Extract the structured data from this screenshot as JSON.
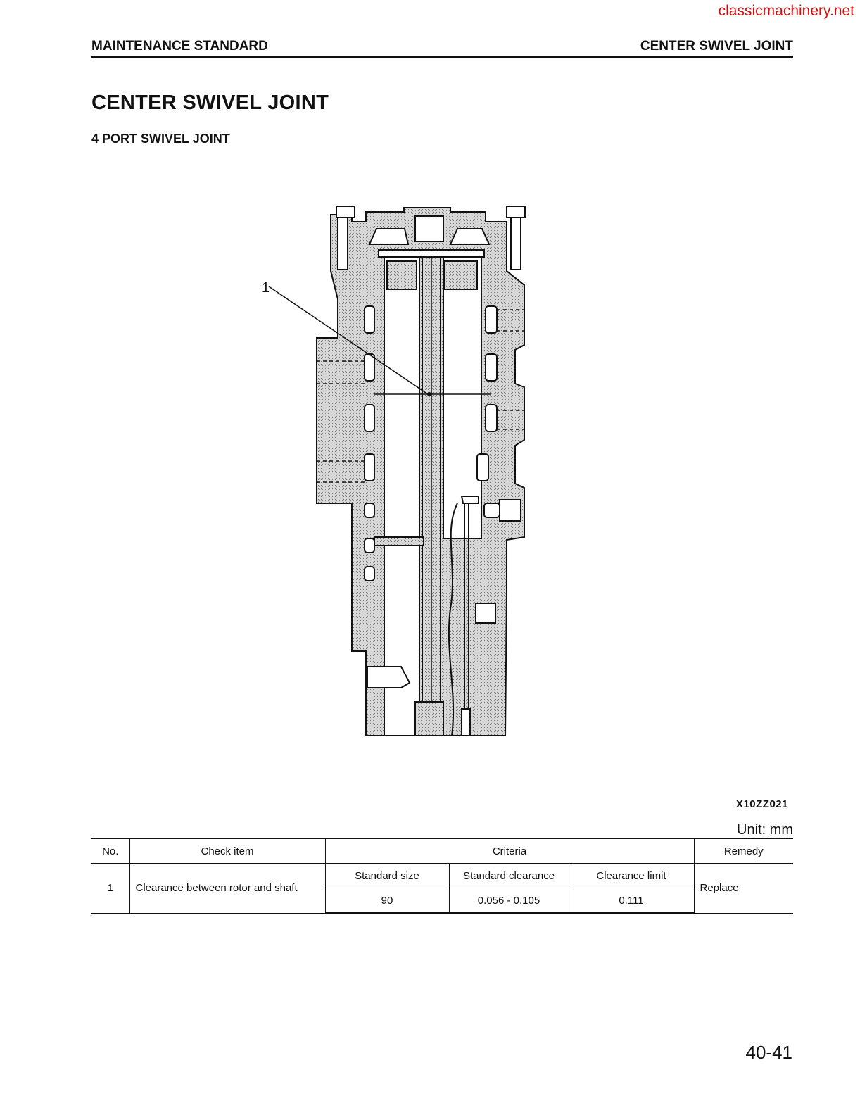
{
  "watermark": "classicmachinery.net",
  "header": {
    "left": "MAINTENANCE STANDARD",
    "right": "CENTER SWIVEL JOINT"
  },
  "title": "CENTER SWIVEL JOINT",
  "subtitle": "4 PORT SWIVEL JOINT",
  "figure": {
    "callout": "1",
    "code": "X10ZZ021"
  },
  "unit": "Unit: mm",
  "table": {
    "headers": {
      "no": "No.",
      "check_item": "Check item",
      "criteria": "Criteria",
      "remedy": "Remedy"
    },
    "sub_headers": [
      "Standard size",
      "Standard clearance",
      "Clearance limit"
    ],
    "row": {
      "no": "1",
      "check_item": "Clearance between rotor and shaft",
      "values": [
        "90",
        "0.056 - 0.105",
        "0.111"
      ],
      "remedy": "Replace"
    }
  },
  "page_number": "40-41"
}
